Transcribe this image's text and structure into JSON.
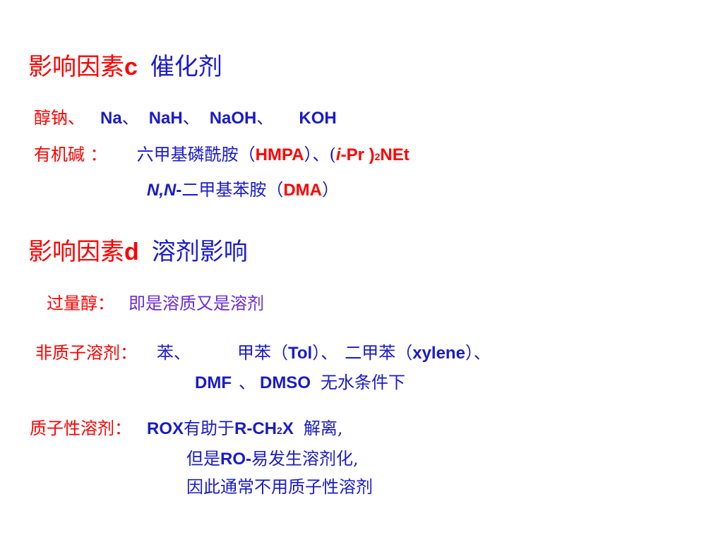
{
  "colors": {
    "red": "#ff0000",
    "blue": "#1a1acc",
    "purple": "#6a2bd9"
  },
  "heading_c": {
    "prefix": "影响因素",
    "letter": "c",
    "topic": "催化剂"
  },
  "catalysts": {
    "label": "醇钠、",
    "items": [
      "Na",
      "NaH",
      "NaOH",
      "KOH"
    ],
    "sep": "、"
  },
  "organic_base": {
    "label": "有机碱 ：",
    "hmpa_cn": "六甲基磷酰胺（",
    "hmpa": "HMPA",
    "hmpa_close": "）、(",
    "ipr_i": "i",
    "ipr_rest": "-Pr )",
    "ipr_sub": "2",
    "net": "NEt",
    "dma_prefix": "N,N",
    "dma_dash": "-",
    "dma_cn": "二甲基苯胺（",
    "dma": "DMA",
    "dma_close": "）"
  },
  "heading_d": {
    "prefix": "影响因素",
    "letter": "d",
    "topic": "溶剂影响"
  },
  "excess_alcohol": {
    "label": "过量醇：",
    "text": "即是溶质又是溶剂"
  },
  "aprotic": {
    "label": "非质子溶剂：",
    "benzene": "苯、",
    "toluene_cn": "甲苯（",
    "toluene": "Tol",
    "toluene_close": "）、",
    "xylene_cn": "二甲苯（",
    "xylene": "xylene",
    "xylene_close": "）、",
    "dmf": "DMF",
    "sep": "、",
    "dmso": "DMSO",
    "condition": "无水条件下"
  },
  "protic": {
    "label": "质子性溶剂：",
    "rox": "ROX",
    "helps": "有助于",
    "rch2x_a": "R-CH",
    "rch2x_sub": "2",
    "rch2x_b": "X",
    "dissociate": "解离,",
    "line2_a": "但是",
    "line2_ro": "RO-",
    "line2_b": "易发生溶剂化,",
    "line3": "因此通常不用质子性溶剂"
  }
}
